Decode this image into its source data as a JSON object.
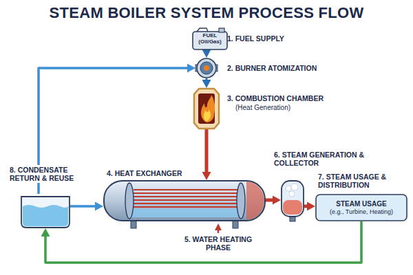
{
  "diagram": {
    "title": "STEAM BOILER SYSTEM PROCESS FLOW",
    "nodes": [
      {
        "text": [
          "FUEL (Oil/Gas)",
          "1. FUEL SUPPLY"
        ]
      },
      {
        "text": [
          "2. BURNER ATOMIZATION"
        ]
      },
      {
        "text": [
          "3. COMBUSTION CHAMBER",
          "(Heat Generation)"
        ]
      },
      {
        "text": [
          "4. HEAT EXCHANGER"
        ]
      },
      {
        "text": [
          "6. STEAM GENERATION & COLLECTOR"
        ]
      },
      {
        "text": [
          "7. STEAM USAGE & DISTRIBUTION",
          "STEAM USAGE",
          "(e.g., Turbine, Heating)"
        ]
      },
      {
        "text": [
          "8. CONDENSATE RETURN & REUSE"
        ]
      }
    ],
    "edges": [
      {
        "from": 0,
        "to": 1,
        "arrow": "to"
      },
      {
        "from": 1,
        "to": 2,
        "arrow": "to"
      },
      {
        "from": 2,
        "to": 3,
        "arrow": "to"
      },
      {
        "from": 3,
        "to": 4,
        "arrow": "to"
      },
      {
        "from": 4,
        "to": 5,
        "arrow": "to"
      },
      {
        "from": 5,
        "to": 6,
        "arrow": "to"
      },
      {
        "from": 6,
        "to": 3,
        "arrow": "to"
      },
      {
        "from": 6,
        "to": 1,
        "arrow": "to"
      }
    ],
    "labels": [
      "5. WATER HEATING PHASE"
    ]
  }
}
